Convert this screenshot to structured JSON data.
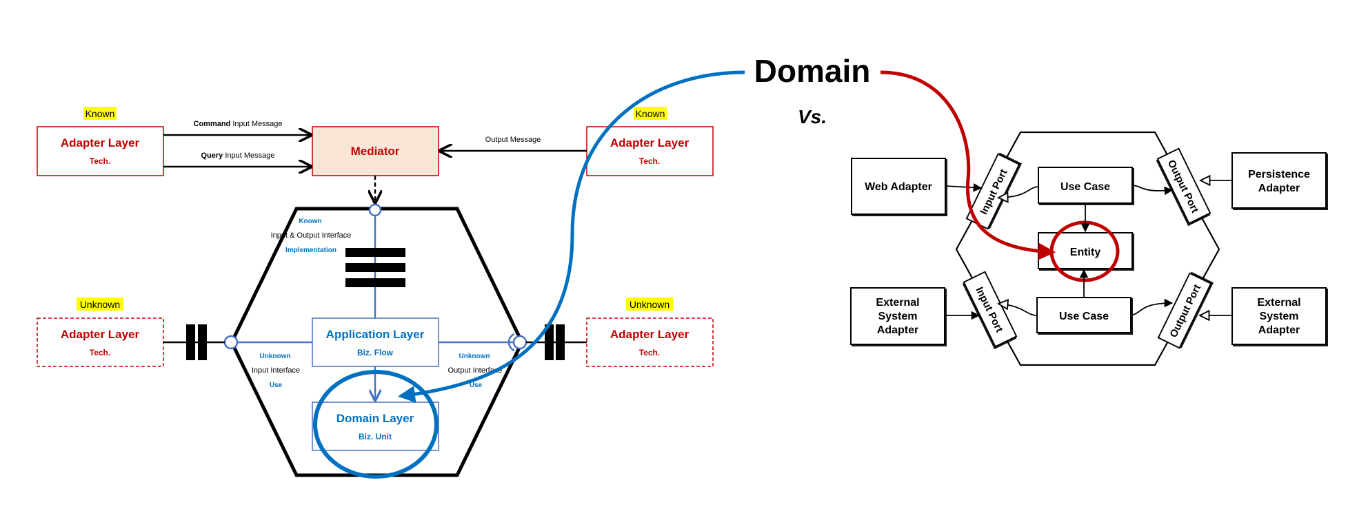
{
  "colors": {
    "red": "#c00000",
    "blue": "#0070c0",
    "blue_line": "#4472c4",
    "highlight": "#ffff00",
    "mediator_fill": "#fbe5d6",
    "black": "#000000"
  },
  "heading": {
    "domain": "Domain",
    "vs": "Vs."
  },
  "left_diagram": {
    "known_label": "Known",
    "unknown_label": "Unknown",
    "adapter_title": "Adapter Layer",
    "adapter_sub": "Tech.",
    "mediator": "Mediator",
    "command_bold": "Command",
    "command_rest": " Input Message",
    "query_bold": "Query",
    "query_rest": " Input Message",
    "output_message": "Output Message",
    "hex_known": "Known",
    "io_interface": "Input & Output Interface",
    "implementation": "Implementation",
    "application_title": "Application Layer",
    "application_sub": "Biz. Flow",
    "domain_title": "Domain Layer",
    "domain_sub": "Biz. Unit",
    "left_unknown": "Unknown",
    "input_interface": "Input Interface",
    "left_use": "Use",
    "right_unknown": "Unknown",
    "output_interface": "Output Interface",
    "right_use": "Use"
  },
  "right_diagram": {
    "web_adapter": "Web Adapter",
    "persistence_adapter": [
      "Persistence",
      "Adapter"
    ],
    "external_adapter": [
      "External",
      "System",
      "Adapter"
    ],
    "input_port": "Input Port",
    "output_port": "Output Port",
    "use_case": "Use Case",
    "entity": "Entity"
  }
}
